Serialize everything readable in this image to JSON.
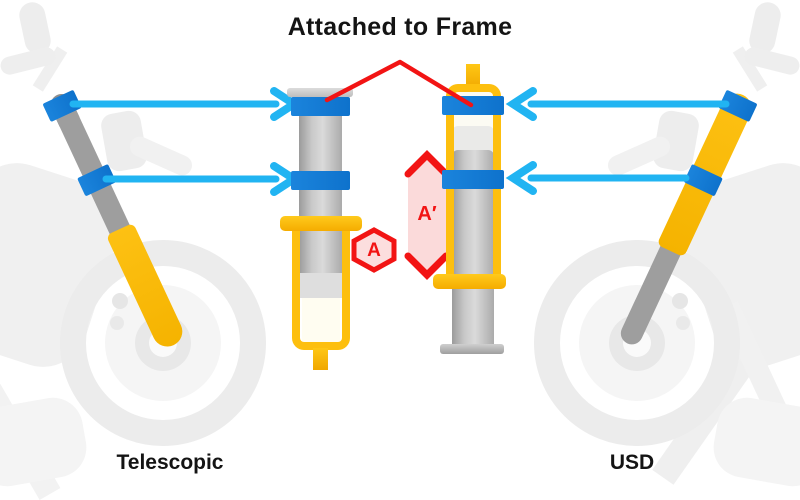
{
  "title": "Attached to Frame",
  "diagram": {
    "left_fork": {
      "label": "Telescopic",
      "marker": "A"
    },
    "right_fork": {
      "label": "USD",
      "marker": "A′"
    }
  },
  "colors": {
    "clamp_blue": "#1176D0",
    "arrow_blue": "#21B4F2",
    "tube_yellow": "#FDC113",
    "tube_gray": "#9E9E9E",
    "annotation_red": "#F21414",
    "marker_pink": "#FCDEDE",
    "silhouette_gray": "#EFEFEF"
  }
}
